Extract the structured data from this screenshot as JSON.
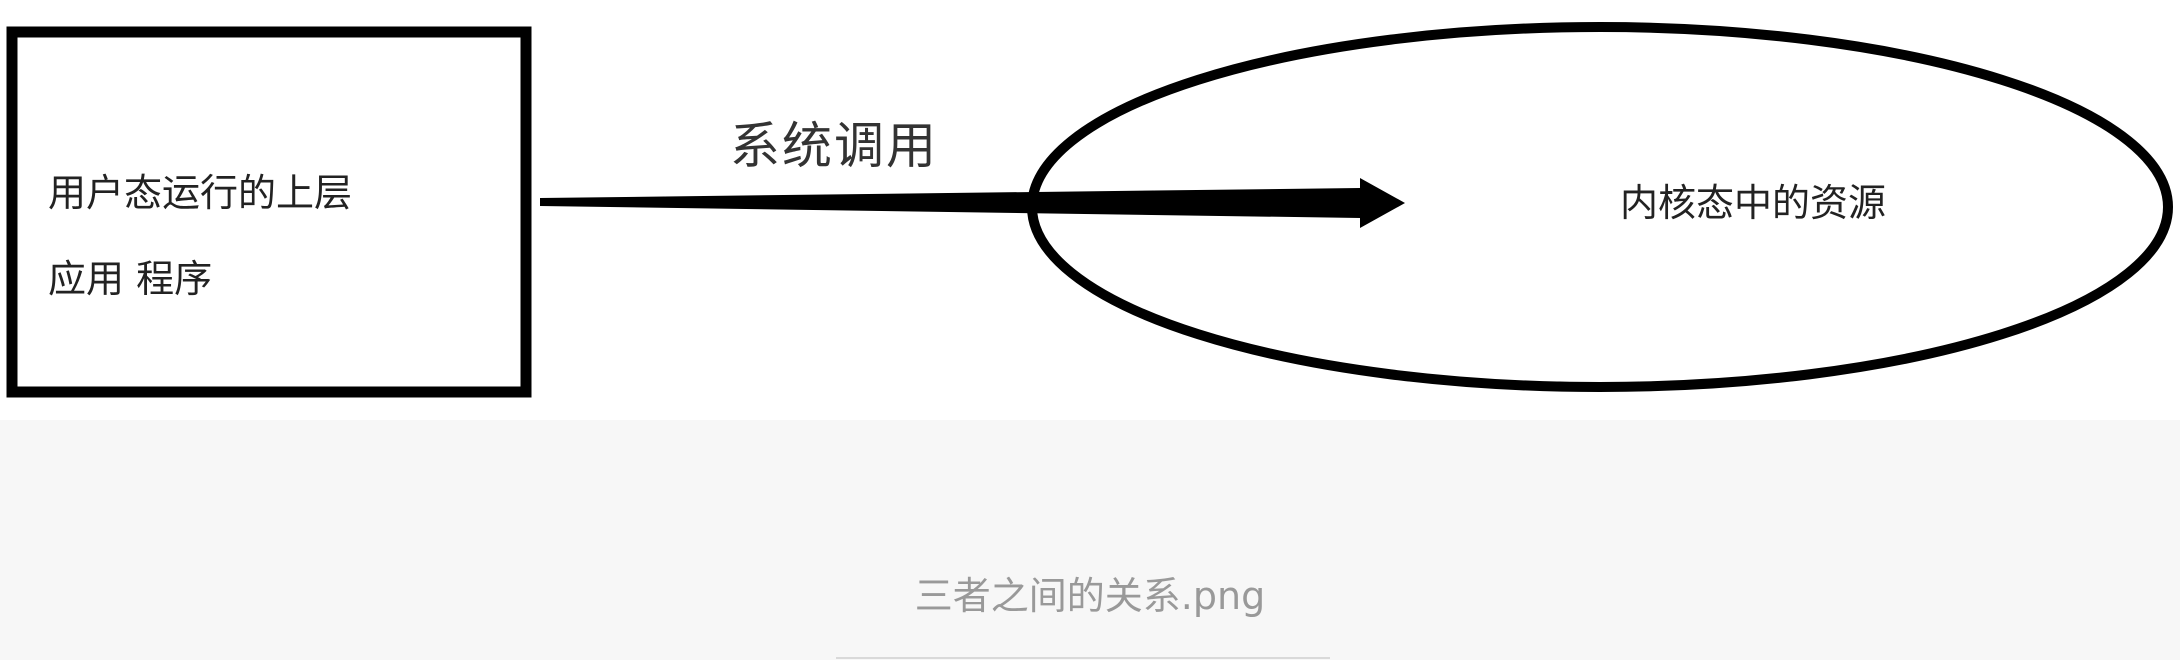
{
  "diagram": {
    "source_box": {
      "label": "用户态运行的上层\n应用 程序"
    },
    "edge": {
      "label": "系统调用"
    },
    "target_node": {
      "label": "内核态中的资源"
    }
  },
  "caption": {
    "text": "三者之间的关系.png"
  },
  "colors": {
    "stroke": "#000000",
    "caption_text": "#999999",
    "caption_bg": "#f7f7f7"
  }
}
